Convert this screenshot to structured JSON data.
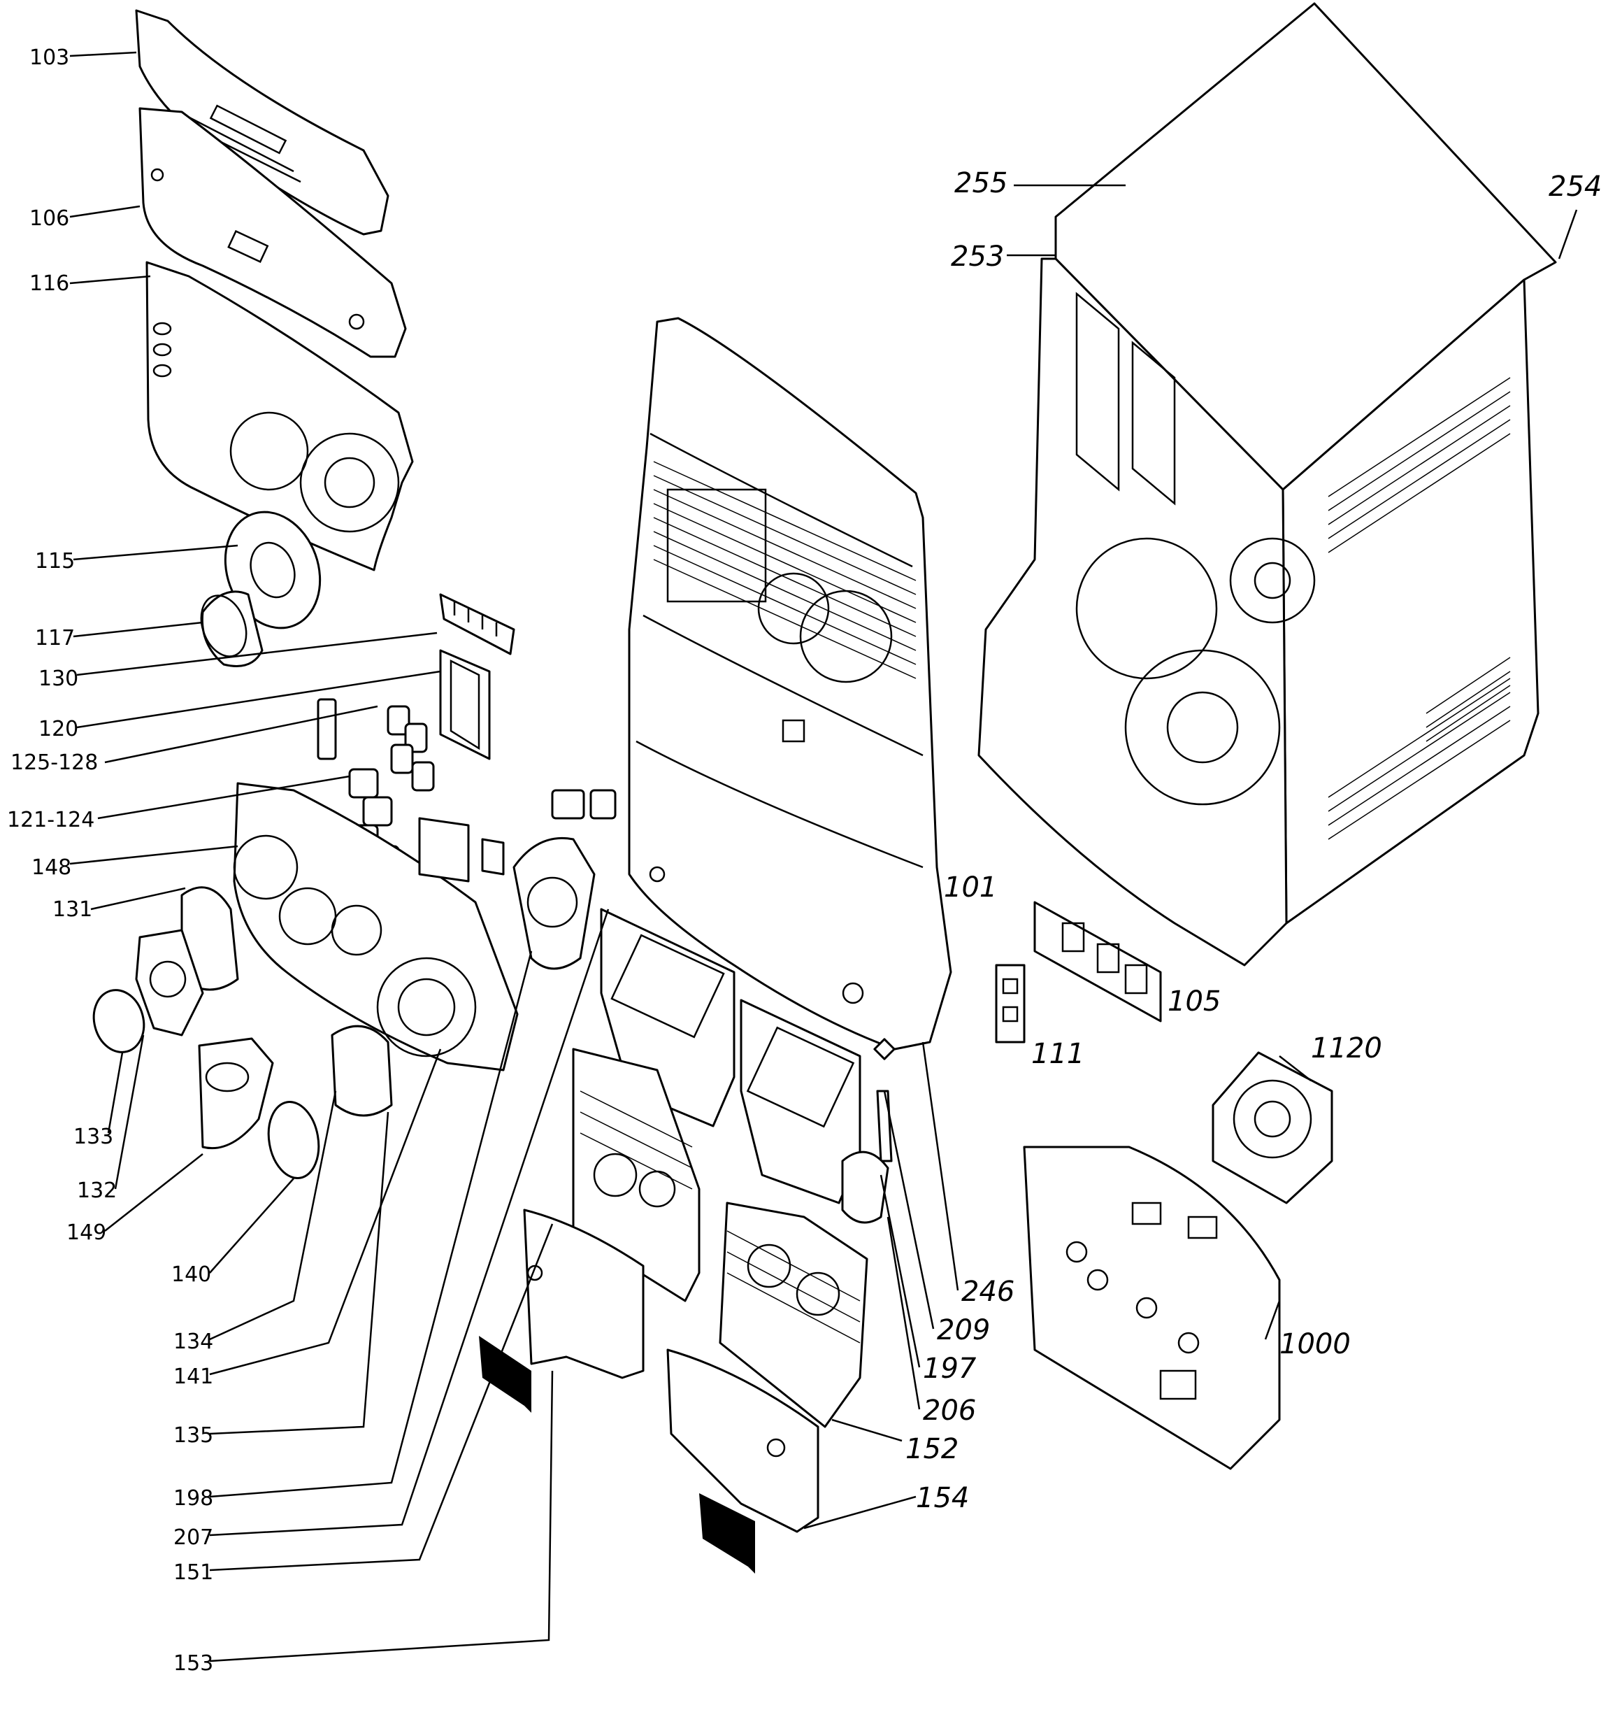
{
  "diagram": {
    "labels": {
      "l103": "103",
      "l106": "106",
      "l116": "116",
      "l115": "115",
      "l117": "117",
      "l130": "130",
      "l120": "120",
      "l125": "125-128",
      "l121": "121-124",
      "l148": "148",
      "l131": "131",
      "l133": "133",
      "l132": "132",
      "l149": "149",
      "l140": "140",
      "l134": "134",
      "l141": "141",
      "l135": "135",
      "l198": "198",
      "l207": "207",
      "l151": "151",
      "l153": "153",
      "l154": "154",
      "l152": "152",
      "l206": "206",
      "l197": "197",
      "l209": "209",
      "l246": "246",
      "l101": "101",
      "l105": "105",
      "l111": "111",
      "l1120": "1120",
      "l1000": "1000",
      "l255": "255",
      "l253": "253",
      "l254": "254"
    }
  }
}
